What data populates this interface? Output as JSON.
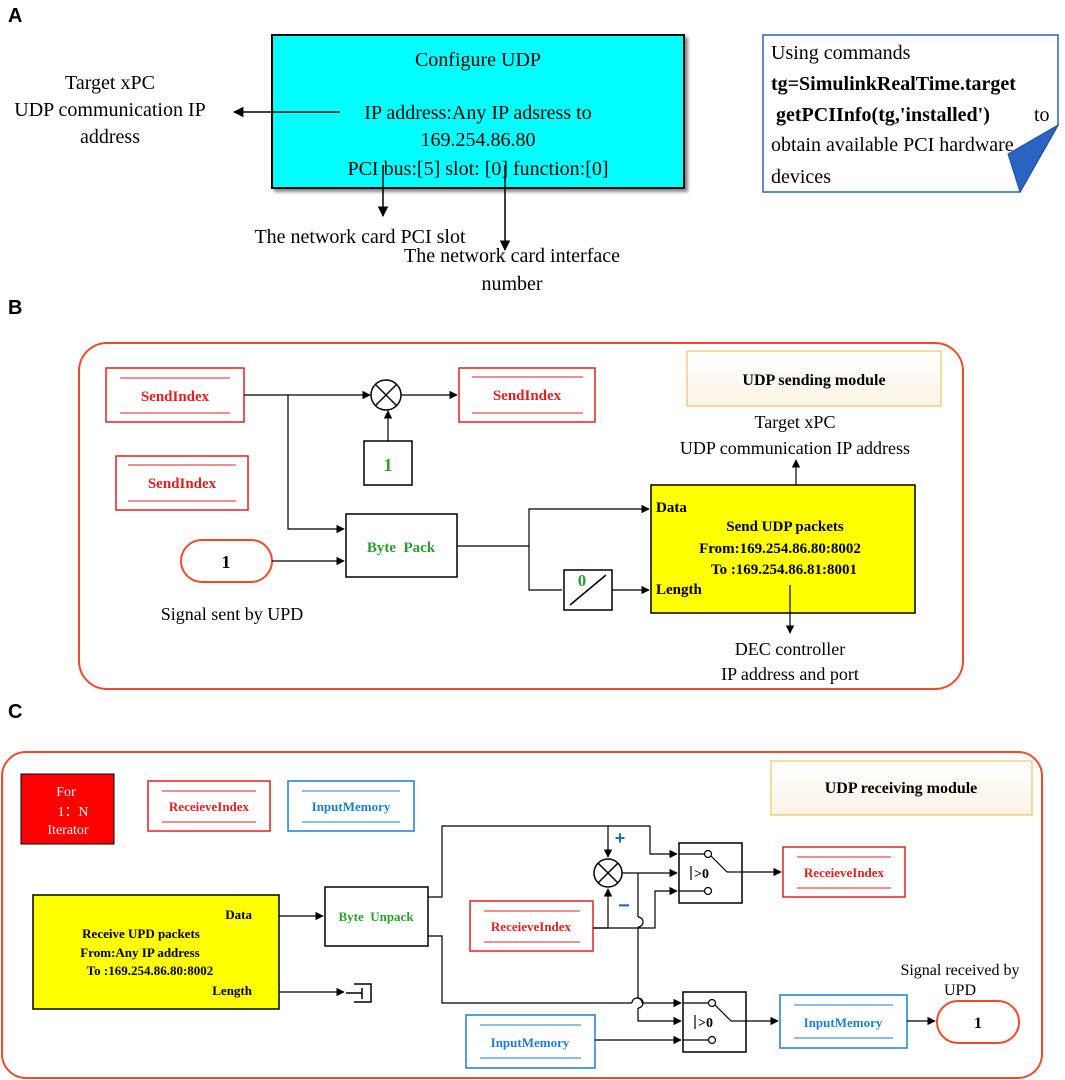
{
  "panel_labels": {
    "a": "A",
    "b": "B",
    "c": "C"
  },
  "panel_a": {
    "configure_title": "Configure UDP",
    "ip_line1": "IP address:Any IP adsress to",
    "ip_line2": "169.254.86.80",
    "pci_line": "PCI bus:[5] slot: [0] function:[0]",
    "target_line1": "Target xPC",
    "target_line2": "UDP communication IP",
    "target_line3": "address",
    "pci_slot_label": "The network card PCI slot",
    "interface_line1": "The network card interface",
    "interface_line2": "number",
    "note_line1": "Using commands",
    "note_line2": "tg=SimulinkRealTime.target",
    "note_line3a": "getPCIInfo(tg,'installed')",
    "note_line3b": "to",
    "note_line4": "obtain available PCI hardware",
    "note_line5": "devices"
  },
  "panel_b": {
    "goto_send": "SendIndex",
    "from_send": "SendIndex",
    "goto_send_out": "SendIndex",
    "const_one": "1",
    "byte_pack": "Byte  Pack",
    "inport_one": "1",
    "signal_sent": "Signal sent by UPD",
    "width_zero": "0",
    "module_title": "UDP sending module",
    "target_line1": "Target xPC",
    "target_line2": "UDP communication IP address",
    "send_data": "Data",
    "send_length": "Length",
    "send_line1": "Send UDP packets",
    "send_line2": "From:169.254.86.80:8002",
    "send_line3": "To :169.254.86.81:8001",
    "dec_line1": "DEC controller",
    "dec_line2": "IP address and port"
  },
  "panel_c": {
    "for_line1": "For",
    "for_line2": "1：N",
    "for_line3": "Iterator",
    "recv_index_top": "ReceieveIndex",
    "input_memory_top": "InputMemory",
    "module_title": "UDP receiving module",
    "recv_data": "Data",
    "recv_line1": "Receive UPD packets",
    "recv_line2": "From:Any IP address",
    "recv_line3": "To :169.254.86.80:8002",
    "recv_length": "Length",
    "byte_unpack": "Byte  Unpack",
    "recv_index_mid": "ReceieveIndex",
    "recv_index_out": "ReceieveIndex",
    "switch_label": ">0",
    "switch_label2": ">0",
    "plus": "+",
    "minus": "−",
    "input_memory_bottom": "InputMemory",
    "input_memory_out": "InputMemory",
    "outport_one": "1",
    "signal_recv_line1": "Signal received by",
    "signal_recv_line2": "UPD"
  }
}
